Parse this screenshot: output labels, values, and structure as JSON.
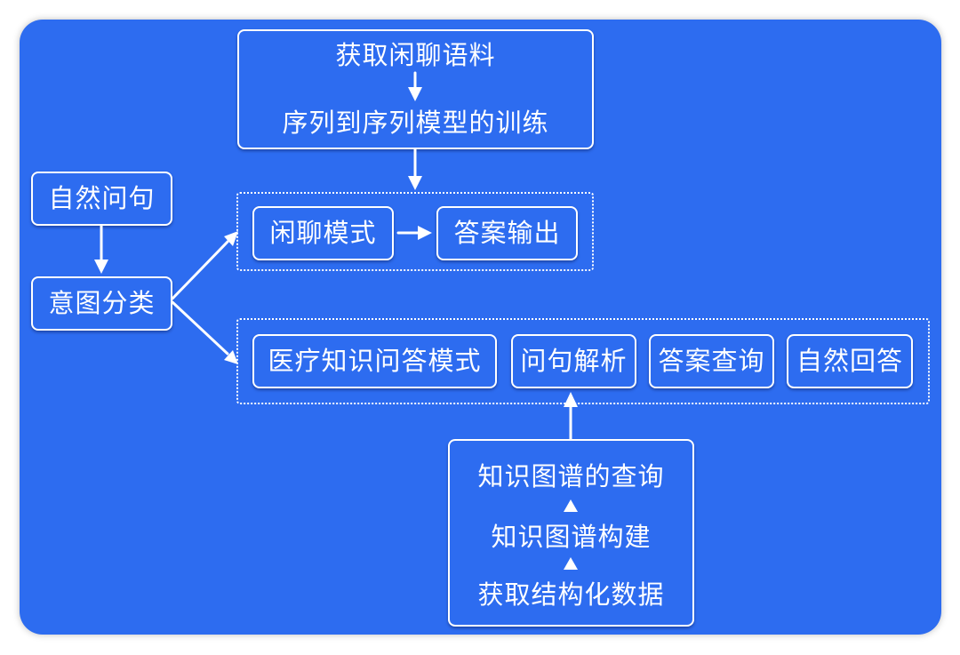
{
  "diagram": {
    "chat_corpus": "获取闲聊语料",
    "seq2seq_training": "序列到序列模型的训练",
    "natural_question": "自然问句",
    "intent_classification": "意图分类",
    "chat_mode": "闲聊模式",
    "answer_output": "答案输出",
    "medical_qa_mode": "医疗知识问答模式",
    "question_parsing": "问句解析",
    "answer_query": "答案查询",
    "natural_answer": "自然回答",
    "kg_query": "知识图谱的查询",
    "kg_construction": "知识图谱构建",
    "structured_data": "获取结构化数据"
  },
  "colors": {
    "background": "#2d6cf0",
    "foreground": "#ffffff"
  }
}
